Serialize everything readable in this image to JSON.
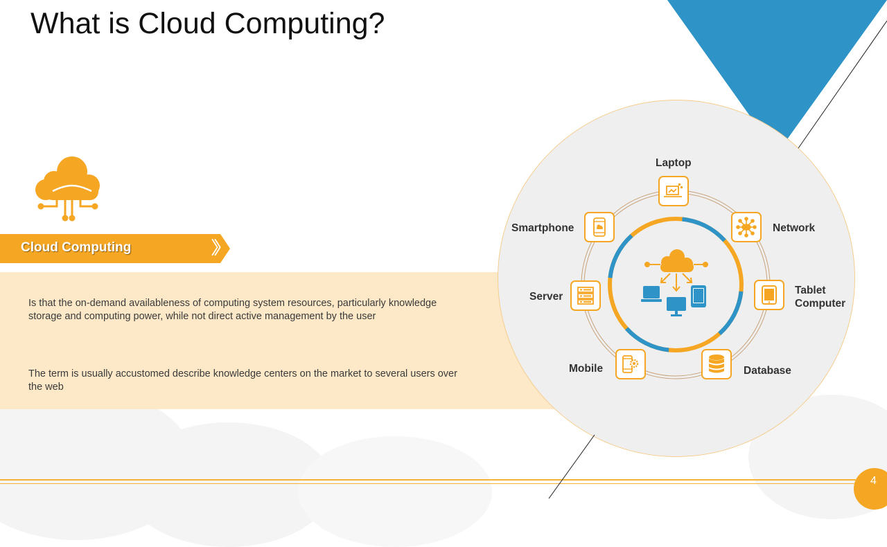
{
  "slide": {
    "title": "What is Cloud Computing?",
    "page_number": "4"
  },
  "section": {
    "label": "Cloud Computing",
    "icon": "cloud-computing-icon"
  },
  "bullets": [
    "Is that the on-demand availableness of computing system resources, particularly knowledge storage and computing power, while not direct active management by the user",
    "The term is usually accustomed describe knowledge centers on the market to several users over the web"
  ],
  "diagram": {
    "center_icon": "cloud-devices-icon",
    "nodes": [
      {
        "label": "Laptop",
        "icon": "laptop-icon"
      },
      {
        "label": "Network",
        "icon": "network-icon"
      },
      {
        "label": "Tablet Computer",
        "icon": "tablet-icon"
      },
      {
        "label": "Database",
        "icon": "database-icon"
      },
      {
        "label": "Mobile",
        "icon": "mobile-settings-icon"
      },
      {
        "label": "Server",
        "icon": "server-icon"
      },
      {
        "label": "Smartphone",
        "icon": "smartphone-icon"
      }
    ]
  },
  "colors": {
    "orange": "#f5a623",
    "blue": "#2e93c6",
    "panel": "#fde9c8",
    "circle": "#efefef"
  }
}
